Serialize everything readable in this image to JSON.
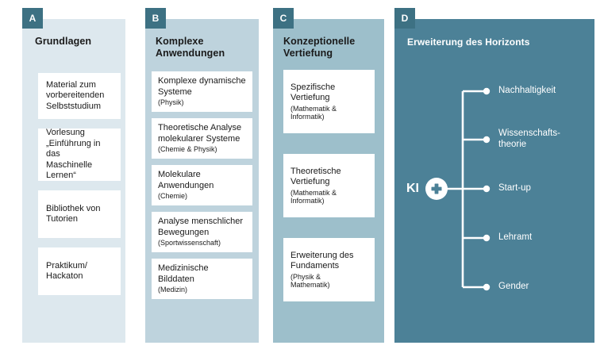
{
  "diagram": {
    "background": "#ffffff",
    "badge_color": "#3d7183",
    "columns": [
      {
        "badge": "A",
        "title": "Grundlagen",
        "bg": "#dde8ee",
        "cards": [
          {
            "title": "Material zum\nvorbereitenden\nSelbststudium",
            "sub": ""
          },
          {
            "title": "Vorlesung\n„Einführung in das\nMaschinelle\nLernen“",
            "sub": ""
          },
          {
            "title": "Bibliothek von\nTutorien",
            "sub": ""
          },
          {
            "title": "Praktikum/\nHackaton",
            "sub": ""
          }
        ]
      },
      {
        "badge": "B",
        "title": "Komplexe\nAnwendungen",
        "bg": "#bed3dd",
        "cards": [
          {
            "title": "Komplexe dynamische\nSysteme",
            "sub": "(Physik)"
          },
          {
            "title": "Theoretische Analyse\nmolekularer Systeme",
            "sub": "(Chemie & Physik)"
          },
          {
            "title": "Molekulare\nAnwendungen",
            "sub": "(Chemie)"
          },
          {
            "title": "Analyse menschlicher\nBewegungen",
            "sub": "(Sportwissenschaft)"
          },
          {
            "title": "Medizinische\nBilddaten",
            "sub": "(Medizin)"
          }
        ]
      },
      {
        "badge": "C",
        "title": "Konzeptionelle\nVertiefung",
        "bg": "#9dbfcb",
        "cards": [
          {
            "title": "Spezifische\nVertiefung",
            "sub": "(Mathematik &\nInformatik)"
          },
          {
            "title": "Theoretische\nVertiefung",
            "sub": "(Mathematik &\nInformatik)"
          },
          {
            "title": "Erweiterung des\nFundaments",
            "sub": "(Physik &\nMathematik)"
          }
        ]
      },
      {
        "badge": "D",
        "title": "Erweiterung des Horizonts",
        "bg": "#4c8197",
        "root_label": "KI",
        "root_icon": "plus-circle-icon",
        "branches": [
          "Nachhaltigkeit",
          "Wissenschafts-\ntheorie",
          "Start-up",
          "Lehramt",
          "Gender"
        ]
      }
    ]
  }
}
